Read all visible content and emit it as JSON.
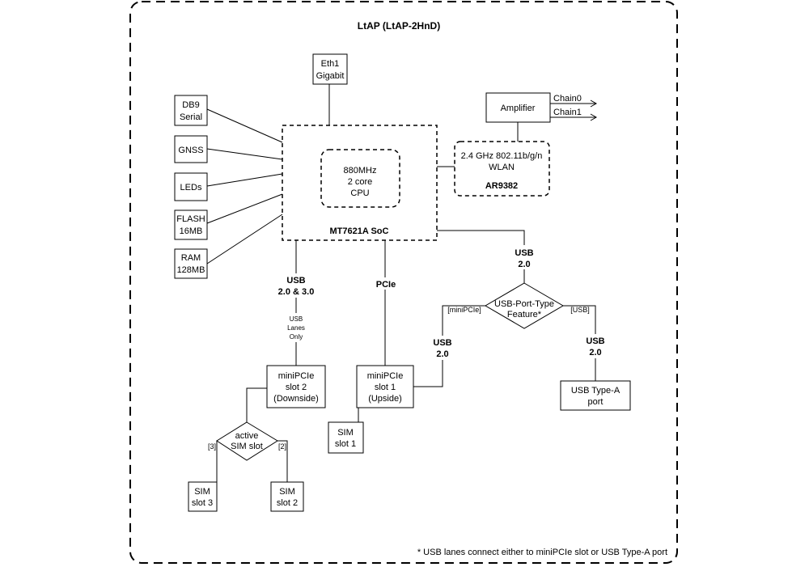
{
  "title": "LtAP (LtAP-2HnD)",
  "footnote": "* USB lanes connect either to miniPCIe slot or USB Type-A port",
  "eth1": [
    "Eth1",
    "Gigabit"
  ],
  "peripherals": {
    "db9": [
      "DB9",
      "Serial"
    ],
    "gnss": [
      "GNSS"
    ],
    "leds": [
      "LEDs"
    ],
    "flash": [
      "FLASH",
      "16MB"
    ],
    "ram": [
      "RAM",
      "128MB"
    ]
  },
  "cpu": [
    "880MHz",
    "2 core",
    "CPU"
  ],
  "soc_label": "MT7621A SoC",
  "amplifier": "Amplifier",
  "chain0": "Chain0",
  "chain1": "Chain1",
  "wlan": [
    "2.4 GHz 802.11b/g/n",
    "WLAN"
  ],
  "wlan_chip": "AR9382",
  "bus_usb_main": [
    "USB",
    "2.0 & 3.0"
  ],
  "usb_lanes_note": [
    "USB",
    "Lanes",
    "Only"
  ],
  "bus_pcie": "PCIe",
  "bus_usb_right": [
    "USB",
    "2.0"
  ],
  "usb_port_type": [
    "USB-Port-Type",
    "Feature*"
  ],
  "tag_minipcie": "[miniPCIe]",
  "tag_usb": "[USB]",
  "bus_usb_left": [
    "USB",
    "2.0"
  ],
  "bus_usb_typea": [
    "USB",
    "2.0"
  ],
  "usb_typea_port": [
    "USB Type-A",
    "port"
  ],
  "minipcie_slot1": [
    "miniPCIe",
    "slot 1",
    "(Upside)"
  ],
  "minipcie_slot2": [
    "miniPCIe",
    "slot 2",
    "(Downside)"
  ],
  "sim_slot1": [
    "SIM",
    "slot 1"
  ],
  "active_sim": [
    "active",
    "SIM slot"
  ],
  "tag_3": "[3]",
  "tag_2": "[2]",
  "sim_slot3": [
    "SIM",
    "slot 3"
  ],
  "sim_slot2": [
    "SIM",
    "slot 2"
  ]
}
